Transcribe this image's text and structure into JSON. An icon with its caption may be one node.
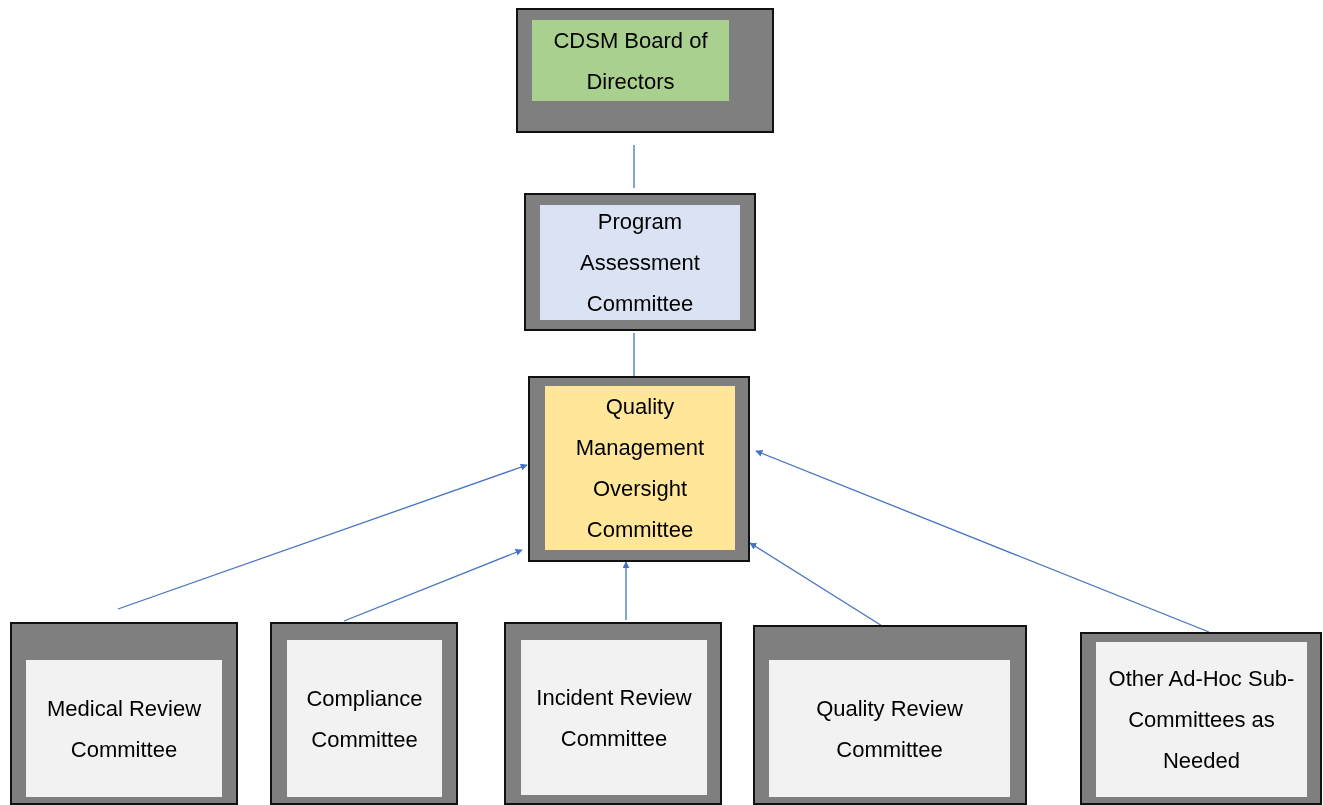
{
  "diagram": {
    "nodes": [
      {
        "text": [
          "CDSM Board of Directors"
        ]
      },
      {
        "text": [
          "Program Assessment Committee"
        ]
      },
      {
        "text": [
          "Quality Management Oversight Committee"
        ]
      },
      {
        "text": [
          "Medical Review Committee"
        ]
      },
      {
        "text": [
          "Compliance Committee"
        ]
      },
      {
        "text": [
          "Incident Review Committee"
        ]
      },
      {
        "text": [
          "Quality Review Committee"
        ]
      },
      {
        "text": [
          "Other Ad-Hoc Sub-Committees as Needed"
        ]
      }
    ],
    "edges": [
      {
        "from": 0,
        "to": 1,
        "arrow": "none"
      },
      {
        "from": 1,
        "to": 2,
        "arrow": "none"
      },
      {
        "from": 3,
        "to": 2,
        "arrow": "to"
      },
      {
        "from": 4,
        "to": 2,
        "arrow": "to"
      },
      {
        "from": 5,
        "to": 2,
        "arrow": "to"
      },
      {
        "from": 6,
        "to": 2,
        "arrow": "to"
      },
      {
        "from": 7,
        "to": 2,
        "arrow": "to"
      }
    ]
  }
}
